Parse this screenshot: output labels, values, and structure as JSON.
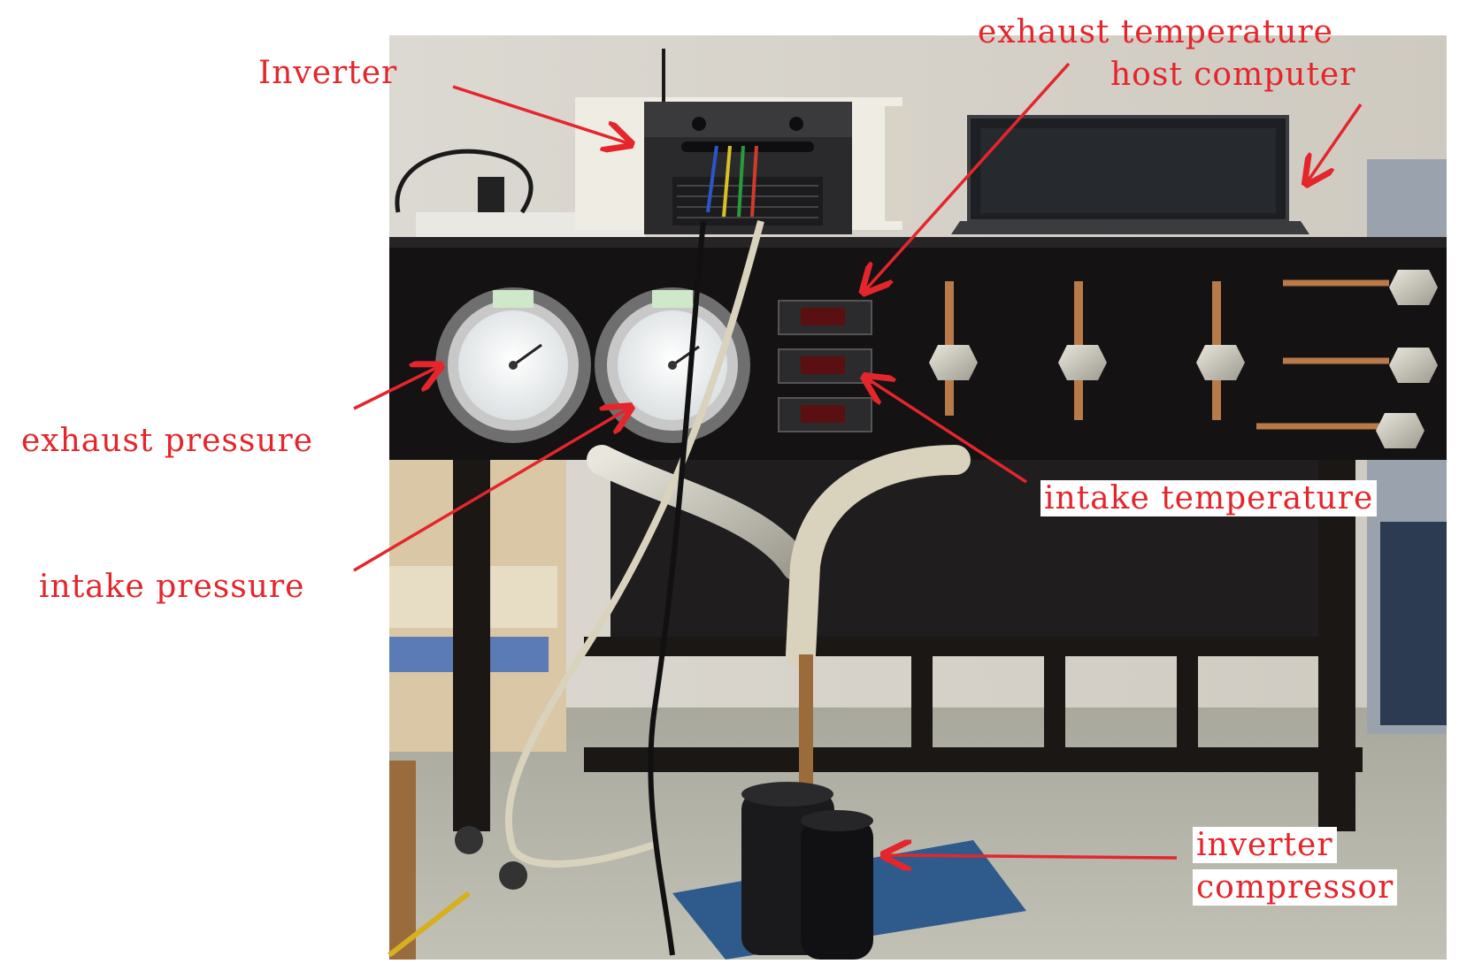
{
  "annotations": {
    "inverter": "Inverter",
    "exhaust_temperature": "exhaust temperature",
    "host_computer": "host computer",
    "exhaust_pressure": "exhaust pressure",
    "intake_pressure": "intake pressure",
    "intake_temperature": "intake temperature",
    "inverter_compressor_line1": "inverter",
    "inverter_compressor_line2": "compressor"
  },
  "colors": {
    "annotation": "#e4262c",
    "frame": "#1b1714",
    "floor": "#b4b3a8",
    "hose": "#d9d2bd",
    "base_plate": "#2e5b8c"
  },
  "icons": [
    "pressure-gauge",
    "digital-display",
    "valve",
    "laptop",
    "inverter-box",
    "compressor"
  ]
}
